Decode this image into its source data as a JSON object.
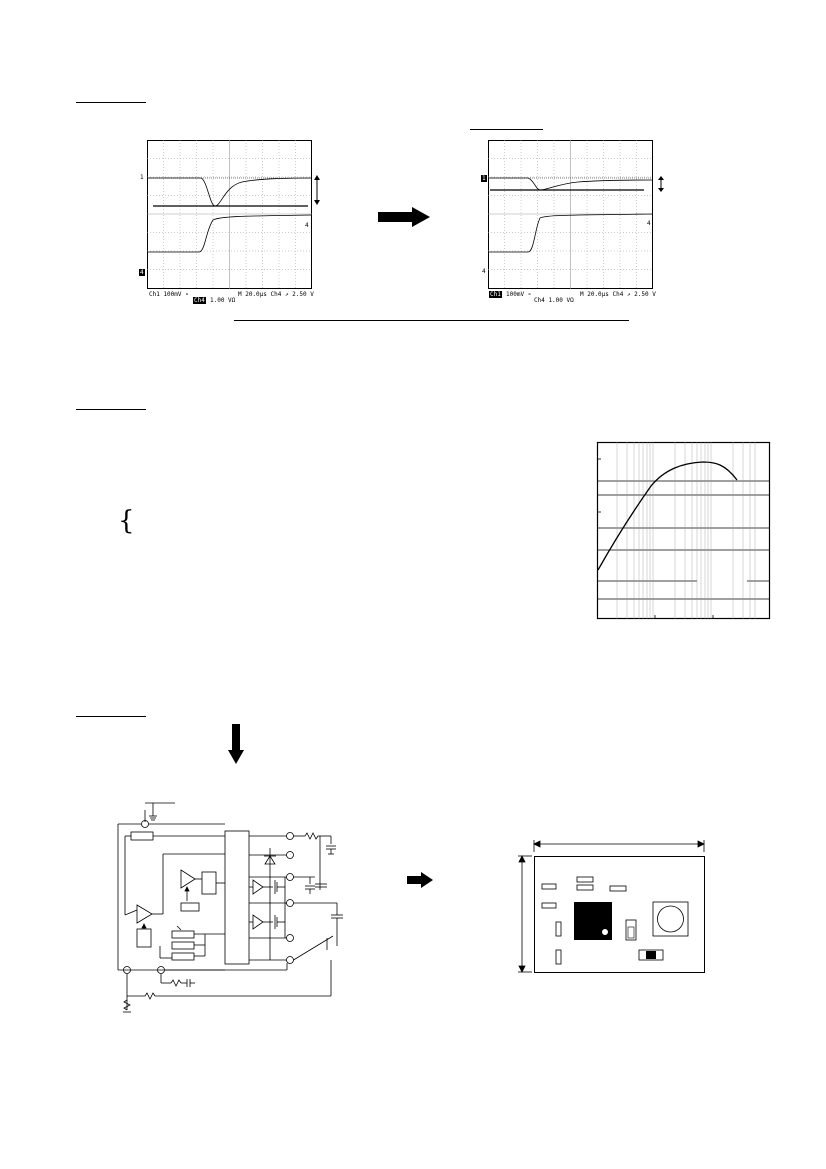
{
  "scope_left": {
    "ch1_marker": "1",
    "ch4_marker": "4",
    "status_line_1": "Ch1   100mV  ∘",
    "ch4_tag": "Ch4",
    "ch4_scale": "1.00 VΩ",
    "timebase": "M 20.0µs  Ch4 ↗     2.50 V"
  },
  "scope_right": {
    "ch1_marker": "1",
    "ch4_marker": "4",
    "ch1_tag": "Ch1",
    "ch1_scale": "100mV  ∘",
    "ch4_line": "Ch4   1.00 VΩ",
    "timebase": "M 20.0µs  Ch4 ↗     2.50 V"
  },
  "icons": {
    "arrow_right": "arrow-right-icon",
    "arrow_down": "arrow-down-icon",
    "double_arrow": "double-headed-arrow-icon"
  },
  "colors": {
    "ink": "#000000",
    "background": "#ffffff",
    "grid": "#9a9a9a"
  }
}
